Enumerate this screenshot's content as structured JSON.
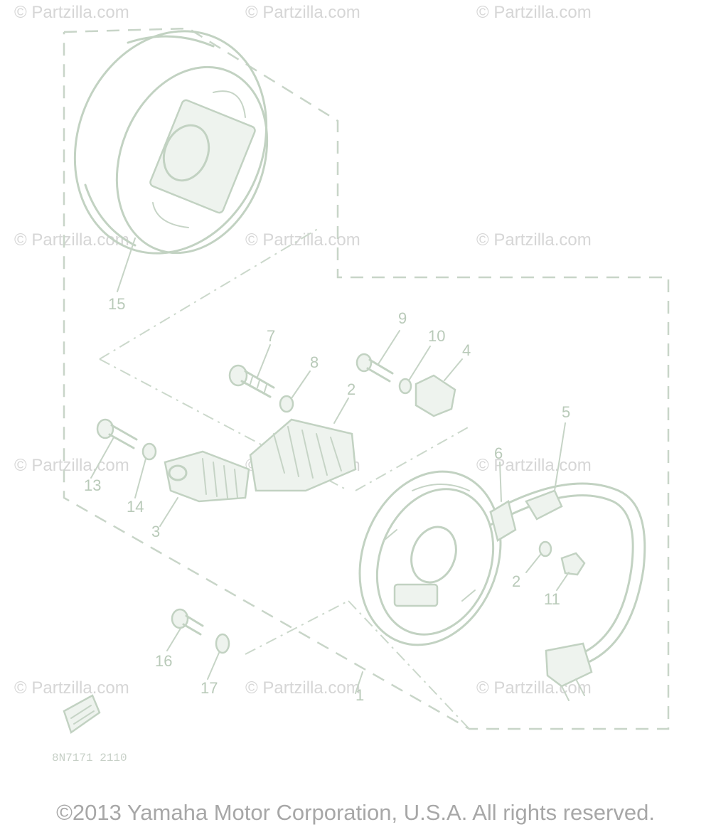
{
  "watermark": "© Partzilla.com",
  "diagram_code": "8N7171 2110",
  "copyright": "©2013 Yamaha Motor Corporation, U.S.A. All rights reserved.",
  "callouts": {
    "c1": "1",
    "c2": "2",
    "c2b": "2",
    "c3": "3",
    "c4": "4",
    "c5": "5",
    "c6": "6",
    "c7": "7",
    "c8": "8",
    "c9": "9",
    "c10": "10",
    "c11": "11",
    "c13": "13",
    "c14": "14",
    "c15": "15",
    "c16": "16",
    "c17": "17"
  },
  "colors": {
    "line": "#c2d2c2",
    "watermark": "#d6d6d6",
    "copyright": "#a7a7a7"
  }
}
